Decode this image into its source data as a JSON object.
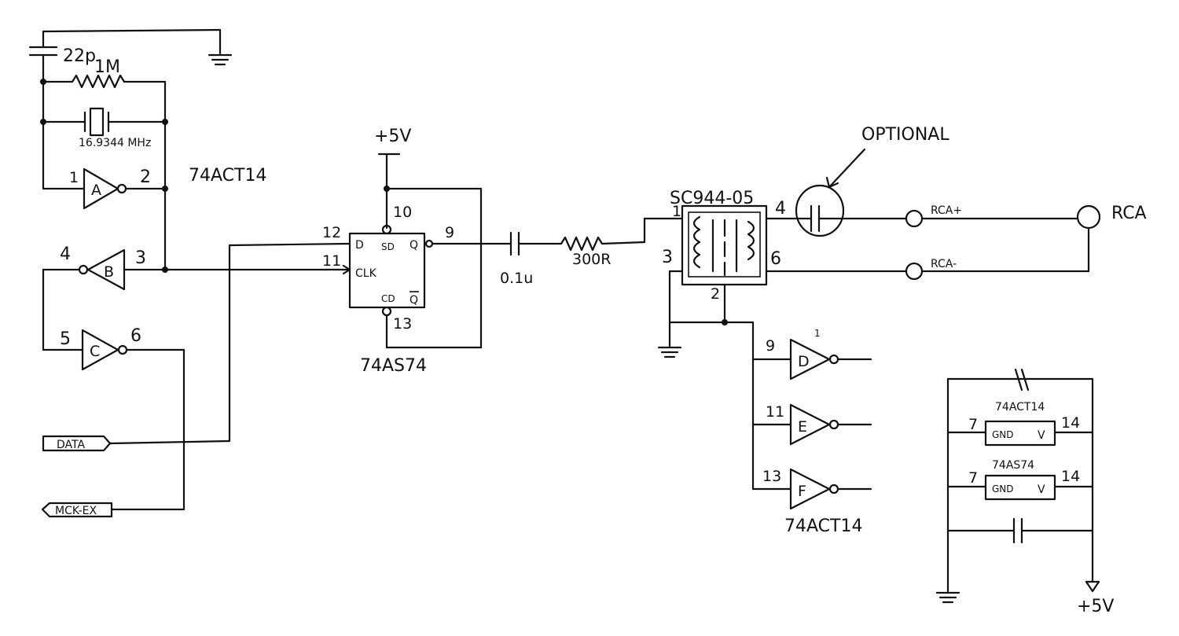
{
  "crystal_section": {
    "cap_label": "22p",
    "res_label": "1M",
    "crystal_label": "16.9344 MHz",
    "chip_label": "74ACT14"
  },
  "gates": {
    "A": {
      "letter": "A",
      "pin_in": "1",
      "pin_out": "2"
    },
    "B": {
      "letter": "B",
      "pin_in": "3",
      "pin_out": "4"
    },
    "C": {
      "letter": "C",
      "pin_in": "5",
      "pin_out": "6"
    },
    "D": {
      "letter": "D",
      "pin_in": "9",
      "extra": "1"
    },
    "E": {
      "letter": "E",
      "pin_in": "11"
    },
    "F": {
      "letter": "F",
      "pin_in": "13"
    }
  },
  "flipflop": {
    "supply": "+5V",
    "pin_d": "12",
    "pin_clk": "11",
    "pin_sd": "10",
    "pin_q": "9",
    "pin_cd": "13",
    "label_d": "D",
    "label_clk": "CLK",
    "label_sd": "SD",
    "label_q": "Q",
    "label_cd": "CD",
    "label_qbar": "Q",
    "chip": "74AS74"
  },
  "coupling": {
    "cap_label": "0.1u",
    "res_label": "300R"
  },
  "transformer": {
    "part": "SC944-05",
    "pin1": "1",
    "pin2": "2",
    "pin3": "3",
    "pin4": "4",
    "pin6": "6"
  },
  "output": {
    "optional_label": "OPTIONAL",
    "rca_plus": "RCA+",
    "rca_minus": "RCA-",
    "rca_label": "RCA"
  },
  "connectors": {
    "data": "DATA",
    "mck": "MCK-EX"
  },
  "unused_gates_chip": "74ACT14",
  "power_box": {
    "chip1": "74ACT14",
    "chip2": "74AS74",
    "gnd": "GND",
    "v": "V",
    "pin_gnd": "7",
    "pin_vcc": "14",
    "supply": "+5V"
  }
}
